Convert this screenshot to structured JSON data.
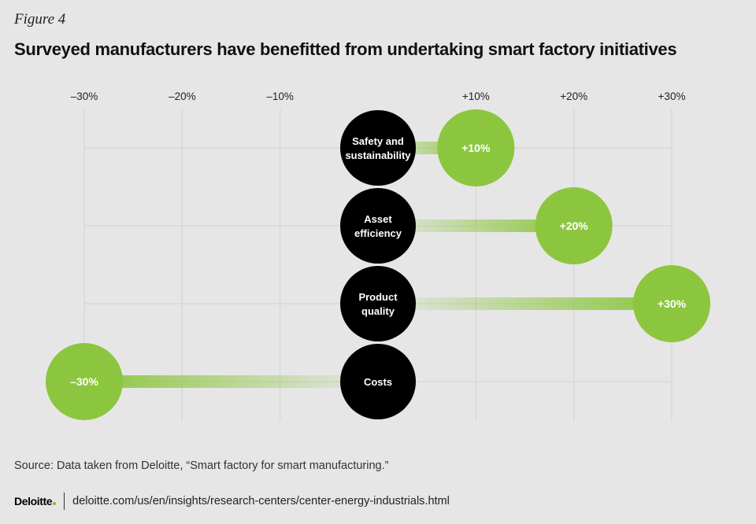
{
  "figure_label": "Figure 4",
  "title": "Surveyed manufacturers have benefitted from undertaking smart factory initiatives",
  "source": "Source: Data taken from Deloitte, “Smart factory for smart manufacturing.”",
  "footer": {
    "logo": "Deloitte",
    "url": "deloitte.com/us/en/insights/research-centers/center-energy-industrials.html"
  },
  "colors": {
    "accent": "#8cc63f",
    "node": "#000000",
    "background": "#e6e6e6",
    "grid": "#d2d2d2"
  },
  "chart_data": {
    "type": "bar",
    "orientation": "horizontal",
    "categories": [
      [
        "Safety and",
        "sustainability"
      ],
      [
        "Asset",
        "efficiency"
      ],
      [
        "Product",
        "quality"
      ],
      [
        "Costs"
      ]
    ],
    "values": [
      10,
      20,
      30,
      -30
    ],
    "value_labels": [
      "+10%",
      "+20%",
      "+30%",
      "–30%"
    ],
    "x_ticks": [
      -30,
      -20,
      -10,
      10,
      20,
      30
    ],
    "x_tick_labels": [
      "–30%",
      "–20%",
      "–10%",
      "+10%",
      "+20%",
      "+30%"
    ],
    "xlim": [
      -30,
      30
    ],
    "grid": true,
    "legend": "none"
  }
}
